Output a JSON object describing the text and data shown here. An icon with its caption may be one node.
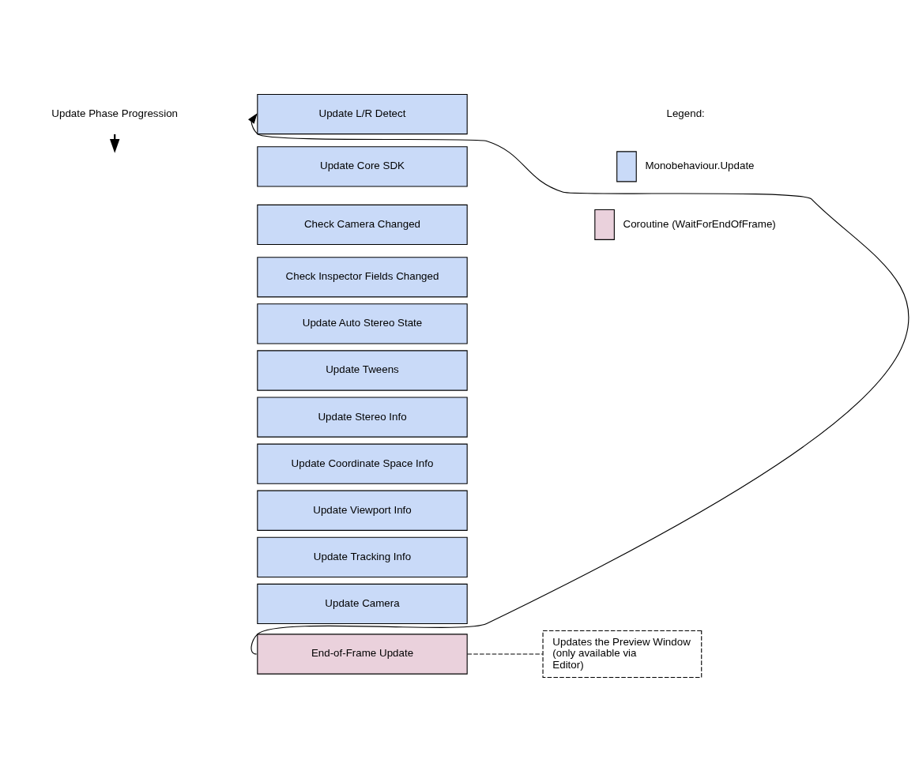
{
  "diagram": {
    "nodes": [
      {
        "text": [
          "Update L/R Detect"
        ]
      },
      {
        "text": [
          "Update Core SDK"
        ]
      },
      {
        "text": [
          "Check Camera Changed"
        ]
      },
      {
        "text": [
          "Check Inspector Fields Changed"
        ]
      },
      {
        "text": [
          "Update Auto Stereo State"
        ]
      },
      {
        "text": [
          "Update Tweens"
        ]
      },
      {
        "text": [
          "Update Stereo Info"
        ]
      },
      {
        "text": [
          "Update Coordinate Space Info"
        ]
      },
      {
        "text": [
          "Update Viewport Info"
        ]
      },
      {
        "text": [
          "Update Tracking Info"
        ]
      },
      {
        "text": [
          "Update Camera"
        ]
      },
      {
        "text": [
          "End-of-Frame Update"
        ]
      },
      {
        "text": [
          "Updates the Preview Window (only available via Editor)"
        ]
      }
    ],
    "edges": [
      {
        "from": 11,
        "to": 0,
        "arrow": "to"
      },
      {
        "from": 11,
        "to": 12,
        "arrow": "none",
        "style": "dashed"
      }
    ],
    "labels": [
      "Update Phase Progression",
      "Legend:"
    ],
    "legend": [
      {
        "text": "Monobehaviour.Update",
        "color": "#c9daf8"
      },
      {
        "text": "Coroutine (WaitForEndOfFrame)",
        "color": "#ead1dc"
      }
    ]
  }
}
